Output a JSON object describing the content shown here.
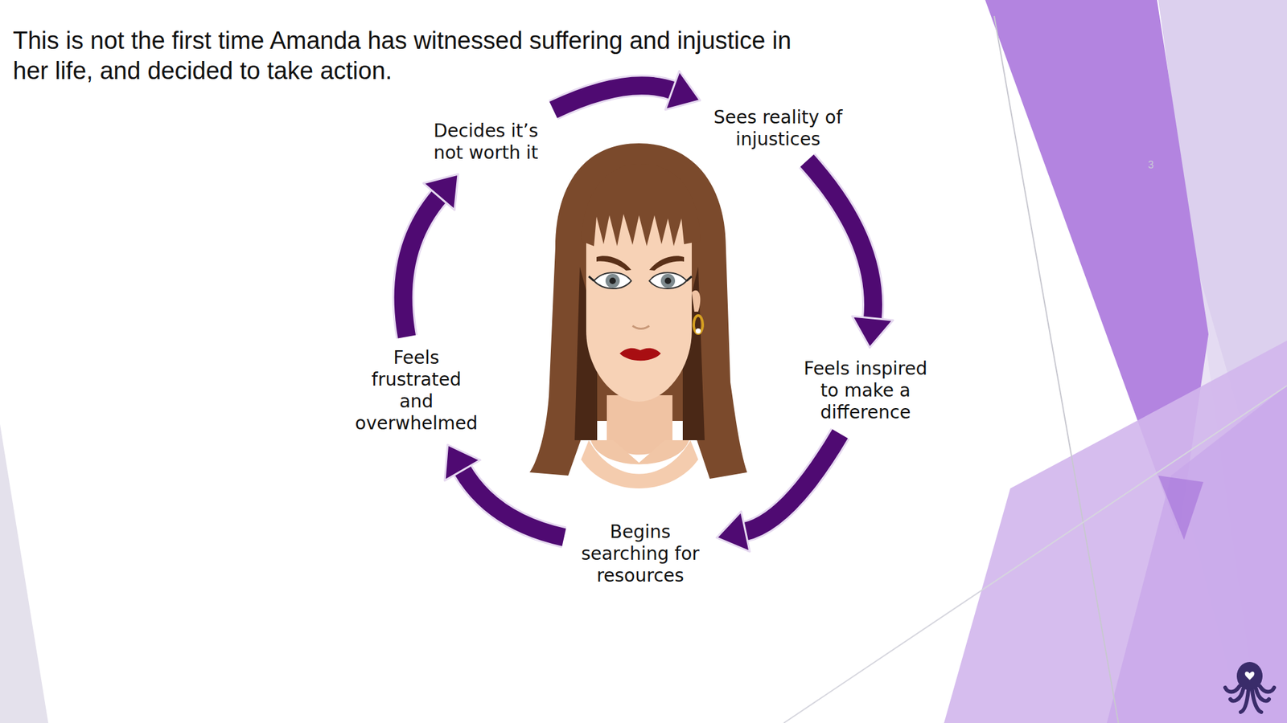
{
  "diagram": {
    "title": "This is not the first time Amanda has witnessed suffering and injustice in her life, and decided to take action.",
    "nodes": [
      {
        "text": [
          "Sees reality of injustices"
        ]
      },
      {
        "text": [
          "Feels inspired to make a difference"
        ]
      },
      {
        "text": [
          "Begins searching for resources"
        ]
      },
      {
        "text": [
          "Feels frustrated and overwhelmed"
        ]
      },
      {
        "text": [
          "Decides it’s not worth it"
        ]
      }
    ],
    "edges": [
      {
        "from": 0,
        "to": 1,
        "arrow": "to"
      },
      {
        "from": 1,
        "to": 2,
        "arrow": "to"
      },
      {
        "from": 2,
        "to": 3,
        "arrow": "to"
      },
      {
        "from": 3,
        "to": 4,
        "arrow": "to"
      },
      {
        "from": 4,
        "to": 0,
        "arrow": "to"
      }
    ],
    "labels": [
      "3"
    ]
  }
}
